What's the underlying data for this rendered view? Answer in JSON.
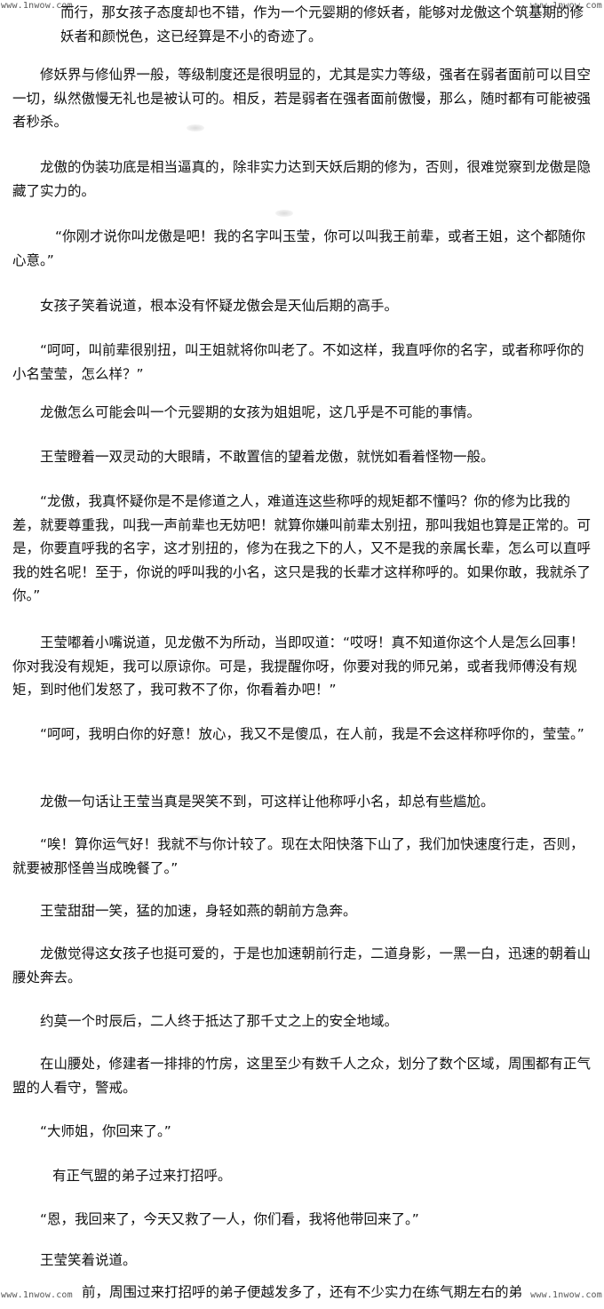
{
  "watermarks": {
    "top_left": "www.1nwow.com",
    "top_right": "www.1nwow.com",
    "bottom_left": "www.1nwow.com",
    "bottom_right": "www.1nwow.com"
  },
  "paragraphs": [
    "而行，那女孩子态度却也不错，作为一个元婴期的修妖者，能够对龙傲这个筑基期的修妖者和颜悦色，这已经算是不小的奇迹了。",
    "修妖界与修仙界一般，等级制度还是很明显的，尤其是实力等级，强者在弱者面前可以目空一切，纵然傲慢无礼也是被认可的。相反，若是弱者在强者面前傲慢，那么，随时都有可能被强者秒杀。",
    "龙傲的伪装功底是相当逼真的，除非实力达到天妖后期的修为，否则，很难觉察到龙傲是隐藏了实力的。",
    "“你刚才说你叫龙傲是吧！我的名字叫玉莹，你可以叫我王前辈，或者王姐，这个都随你心意。”",
    "女孩子笑着说道，根本没有怀疑龙傲会是天仙后期的高手。",
    "“呵呵，叫前辈很别扭，叫王姐就将你叫老了。不如这样，我直呼你的名字，或者称呼你的小名莹莹，怎么样？”",
    "龙傲怎么可能会叫一个元婴期的女孩为姐姐呢，这几乎是不可能的事情。",
    "王莹瞪着一双灵动的大眼睛，不敢置信的望着龙傲，就恍如看着怪物一般。",
    "“龙傲，我真怀疑你是不是修道之人，难道连这些称呼的规矩都不懂吗？你的修为比我的差，就要尊重我，叫我一声前辈也无妨吧！就算你嫌叫前辈太别扭，那叫我姐也算是正常的。可是，你要直呼我的名字，这才别扭的，修为在我之下的人，又不是我的亲属长辈，怎么可以直呼我的姓名呢！至于，你说的呼叫我的小名，这只是我的长辈才这样称呼的。如果你敢，我就杀了你。”",
    "王莹嘟着小嘴说道，见龙傲不为所动，当即叹道：“哎呀！真不知道你这个人是怎么回事！你对我没有规矩，我可以原谅你。可是，我提醒你呀，你要对我的师兄弟，或者我师傅没有规矩，到时他们发怒了，我可救不了你，你看着办吧！”",
    "“呵呵，我明白你的好意！放心，我又不是傻瓜，在人前，我是不会这样称呼你的，莹莹。”",
    "龙傲一句话让王莹当真是哭笑不到，可这样让他称呼小名，却总有些尴尬。",
    "“唉！算你运气好！我就不与你计较了。现在太阳快落下山了，我们加快速度行走，否则，就要被那怪兽当成晚餐了。”",
    "王莹甜甜一笑，猛的加速，身轻如燕的朝前方急奔。",
    "龙傲觉得这女孩子也挺可爱的，于是也加速朝前行走，二道身影，一黑一白，迅速的朝着山腰处奔去。",
    "约莫一个时辰后，二人终于抵达了那千丈之上的安全地域。",
    "在山腰处，修建者一排排的竹房，这里至少有数千人之众，划分了数个区域，周围都有正气盟的人看守，警戒。",
    "“大师姐，你回来了。”",
    "有正气盟的弟子过来打招呼。",
    "“恩，我回来了，今天又救了一人，你们看，我将他带回来了。”",
    "王莹笑着说道。",
    "前，周围过来打招呼的弟子便越发多了，还有不少实力在练气期左右的弟"
  ]
}
